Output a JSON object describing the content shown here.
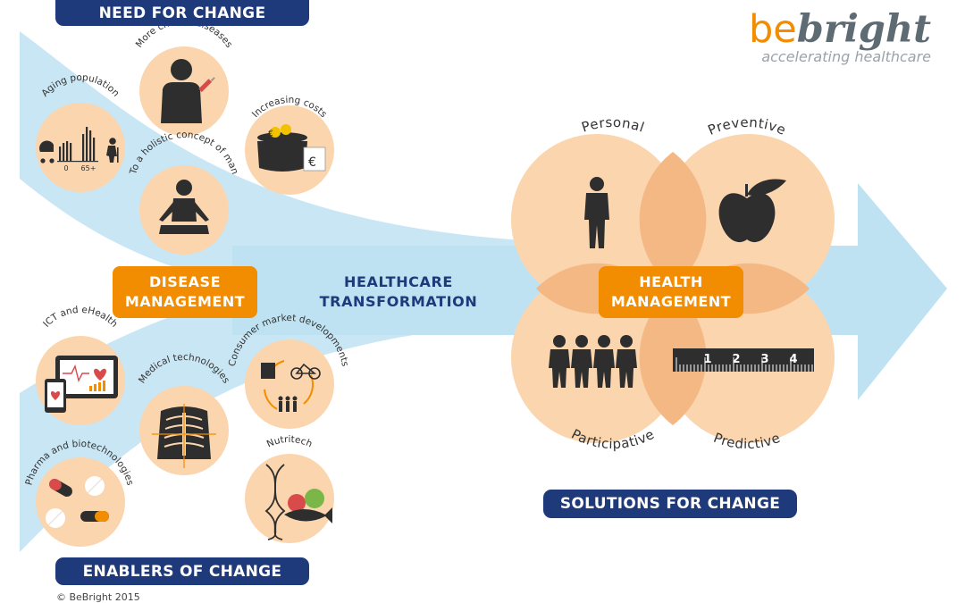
{
  "headers": {
    "need": "NEED FOR CHANGE",
    "enablers": "ENABLERS OF CHANGE",
    "solutions": "SOLUTIONS FOR CHANGE"
  },
  "disease": {
    "line1": "DISEASE",
    "line2": "MANAGEMENT"
  },
  "transformation": {
    "line1": "HEALTHCARE",
    "line2": "TRANSFORMATION"
  },
  "health": {
    "line1": "HEALTH",
    "line2": "MANAGEMENT"
  },
  "needs": {
    "aging": "Aging population",
    "aging_axis_0": "0",
    "aging_axis_65": "65+",
    "chronic": "More chronic diseases",
    "costs": "Increasing costs",
    "holistic": "To a holistic concept of man"
  },
  "enablers": {
    "ict": "ICT and eHealth",
    "medtech": "Medical technologies",
    "consumer": "Consumer market developments",
    "pharma": "Pharma and biotechnologies",
    "nutritech": "Nutritech"
  },
  "solutions": {
    "personal": "Personal",
    "preventive": "Preventive",
    "participative": "Participative",
    "predictive": "Predictive",
    "ruler": [
      "1",
      "2",
      "3",
      "4"
    ]
  },
  "currency_symbol": "€",
  "logo": {
    "be": "be",
    "bright": "bright",
    "tagline": "accelerating healthcare"
  },
  "copyright": "© BeBright 2015",
  "colors": {
    "navy": "#1f3a7a",
    "orange": "#f28c00",
    "peach": "#fbd5ad",
    "peach_overlap": "#f4b885",
    "arrow_blue": "#bfe2f2",
    "icon_dark": "#2e2e2e"
  }
}
